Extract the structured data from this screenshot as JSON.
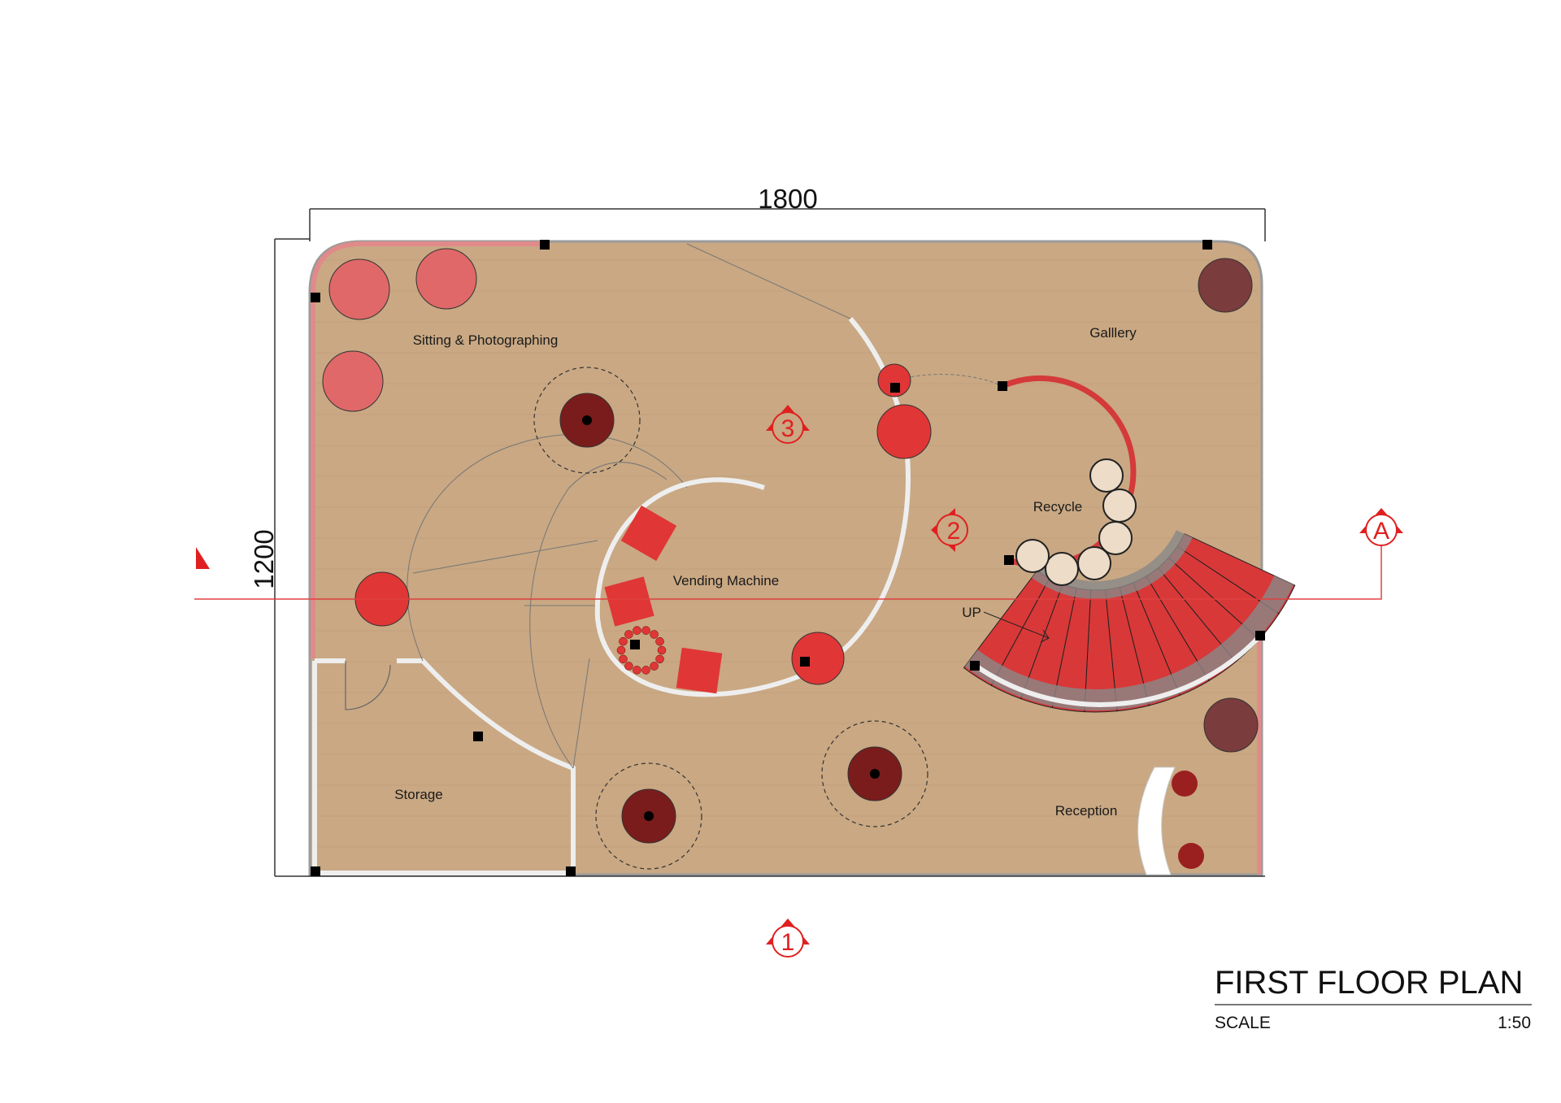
{
  "dimensions": {
    "width": "1800",
    "height": "1200"
  },
  "rooms": {
    "sitting": "Sitting & Photographing",
    "gallery": "Galllery",
    "recycle": "Recycle",
    "vending": "Vending Machine",
    "storage": "Storage",
    "reception": "Reception",
    "up": "UP"
  },
  "markers": {
    "m1": "1",
    "m2": "2",
    "m3": "3",
    "section": "A"
  },
  "title_block": {
    "title": "FIRST FLOOR PLAN",
    "scale_label": "SCALE",
    "scale_value": "1:50"
  },
  "colors": {
    "floor": "#c9a883",
    "accent": "#e02020",
    "furniture_red": "#e03636",
    "pink": "#e06868",
    "brown": "#7a3c3c"
  }
}
